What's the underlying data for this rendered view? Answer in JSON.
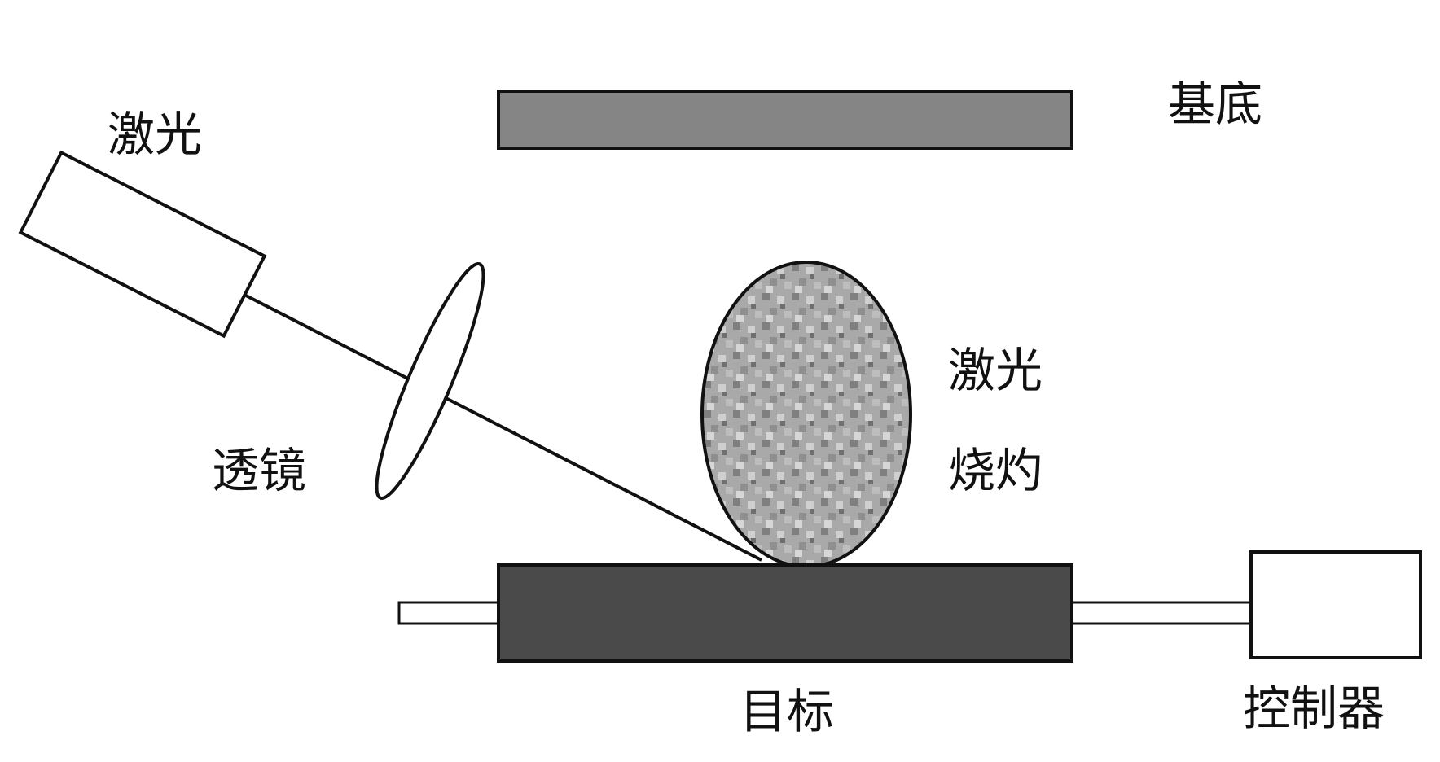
{
  "labels": {
    "laser": "激光",
    "substrate": "基底",
    "lens": "透镜",
    "ablation_line1": "激光",
    "ablation_line2": "烧灼",
    "target": "目标",
    "controller": "控制器"
  },
  "colors": {
    "substrate_fill": "#858585",
    "target_fill": "#4a4a4a",
    "plume_fill": "#a8a8a8",
    "stroke": "#111111",
    "background": "#ffffff"
  }
}
